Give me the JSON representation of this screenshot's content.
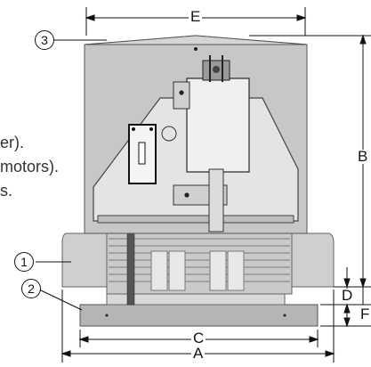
{
  "dimensions": {
    "A": "A",
    "B": "B",
    "C": "C",
    "D": "D",
    "E": "E",
    "F": "F"
  },
  "callouts": [
    "1",
    "2",
    "3"
  ],
  "side_text": [
    "er).",
    "motors).",
    "s."
  ],
  "colors": {
    "housing": "#c9c9c9",
    "housing_shade": "#a9a9a9",
    "panel": "#e6e6e6",
    "base": "#b5b5b5",
    "line": "#111111"
  }
}
